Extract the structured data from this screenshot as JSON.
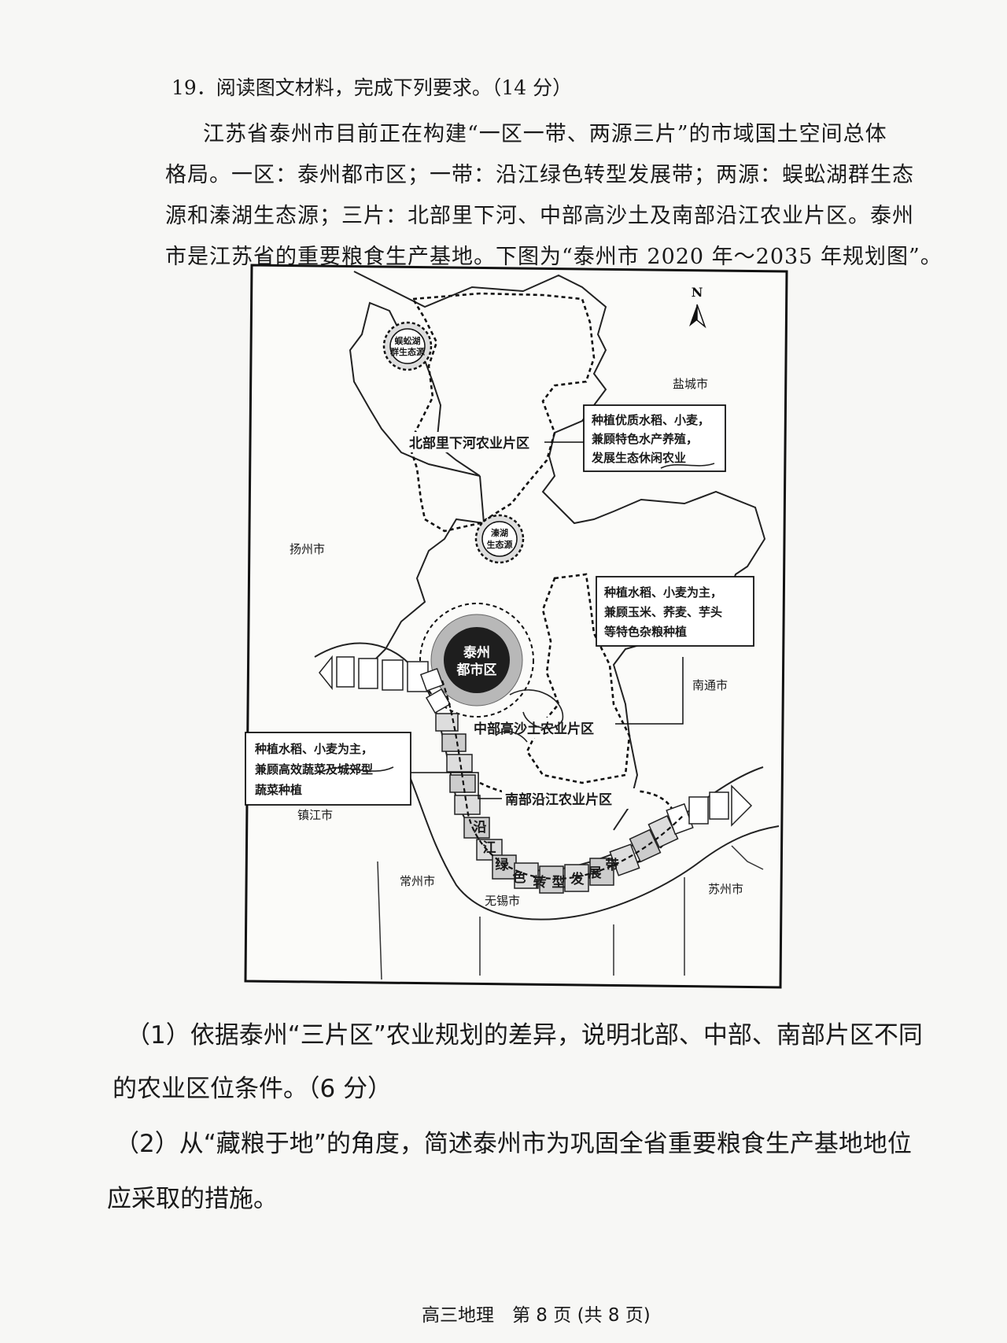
{
  "question": {
    "title": "19．阅读图文材料，完成下列要求。（14 分）",
    "intro_lines": [
      "江苏省泰州市目前正在构建“一区一带、两源三片”的市域国土空间总体",
      "格局。一区：泰州都市区；一带：沿江绿色转型发展带；两源：蜈蚣湖群生态",
      "源和溱湖生态源；三片：北部里下河、中部高沙土及南部沿江农业片区。泰州",
      "市是江苏省的重要粮食生产基地。下图为“泰州市 2020 年～2035 年规划图”。"
    ]
  },
  "map": {
    "north": "N",
    "cities": {
      "yancheng": "盐城市",
      "yangzhou": "扬州市",
      "nantong": "南通市",
      "zhenjiang": "镇江市",
      "changzhou": "常州市",
      "wuxi": "无锡市",
      "suzhou": "苏州市"
    },
    "sources": {
      "wugong_line1": "蜈蚣湖",
      "wugong_line2": "群生态源",
      "qinhu_line1": "溱湖",
      "qinhu_line2": "生态源"
    },
    "metro_line1": "泰州",
    "metro_line2": "都市区",
    "zones": {
      "north": "北部里下河农业片区",
      "middle": "中部高沙土农业片区",
      "south": "南部沿江农业片区"
    },
    "belt_chars": [
      "沿",
      "江",
      "绿",
      "色",
      "转",
      "型",
      "发",
      "展",
      "带"
    ],
    "boxes": {
      "north": [
        "种植优质水稻、小麦，",
        "兼顾特色水产养殖，",
        "发展生态休闲农业"
      ],
      "middle": [
        "种植水稻、小麦为主，",
        "兼顾玉米、荞麦、芋头",
        "等特色杂粮种植"
      ],
      "south": [
        "种植水稻、小麦为主，",
        "兼顾高效蔬菜及城郊型",
        "蔬菜种植"
      ]
    }
  },
  "questions": {
    "q1_line1": "（1）依据泰州“三片区”农业规划的差异，说明北部、中部、南部片区不同",
    "q1_line2": "的农业区位条件。（6 分）",
    "q2_line1": "（2）从“藏粮于地”的角度，简述泰州市为巩固全省重要粮食生产基地地位",
    "q2_line2": "应采取的措施。"
  },
  "footer": "高三地理　第 8 页 (共 8 页)"
}
